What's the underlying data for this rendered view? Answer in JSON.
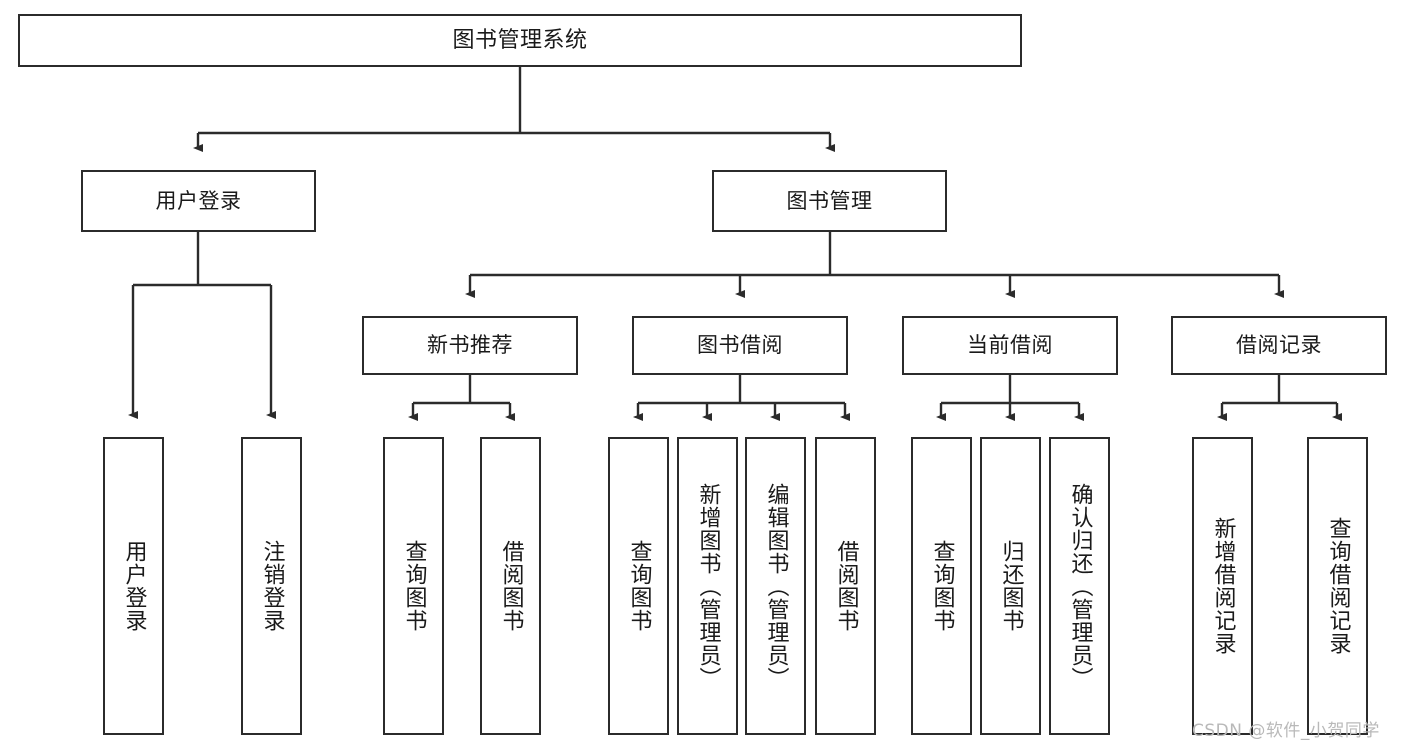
{
  "diagram": {
    "title": "图书管理系统",
    "type": "tree-hierarchy-chart",
    "root": {
      "label": "图书管理系统"
    },
    "level2": [
      {
        "label": "用户登录"
      },
      {
        "label": "图书管理"
      }
    ],
    "level3": [
      {
        "label": "新书推荐"
      },
      {
        "label": "图书借阅"
      },
      {
        "label": "当前借阅"
      },
      {
        "label": "借阅记录"
      }
    ],
    "leaves": {
      "user_login": [
        {
          "label": "用户登录"
        },
        {
          "label": "注销登录"
        }
      ],
      "new_book_recommend": [
        {
          "label": "查询图书"
        },
        {
          "label": "借阅图书"
        }
      ],
      "book_borrow": [
        {
          "label": "查询图书"
        },
        {
          "label": "新增图书（管理员）"
        },
        {
          "label": "编辑图书（管理员）"
        },
        {
          "label": "借阅图书"
        }
      ],
      "current_borrow": [
        {
          "label": "查询图书"
        },
        {
          "label": "归还图书"
        },
        {
          "label": "确认归还（管理员）"
        }
      ],
      "borrow_record": [
        {
          "label": "新增借阅记录"
        },
        {
          "label": "查询借阅记录"
        }
      ]
    }
  },
  "watermark": {
    "text": "CSDN @软件_小贺同学"
  },
  "colors": {
    "stroke": "#2b2b2b",
    "text": "#1a1a1a",
    "background": "#ffffff",
    "watermark": "#b9b9b9"
  }
}
